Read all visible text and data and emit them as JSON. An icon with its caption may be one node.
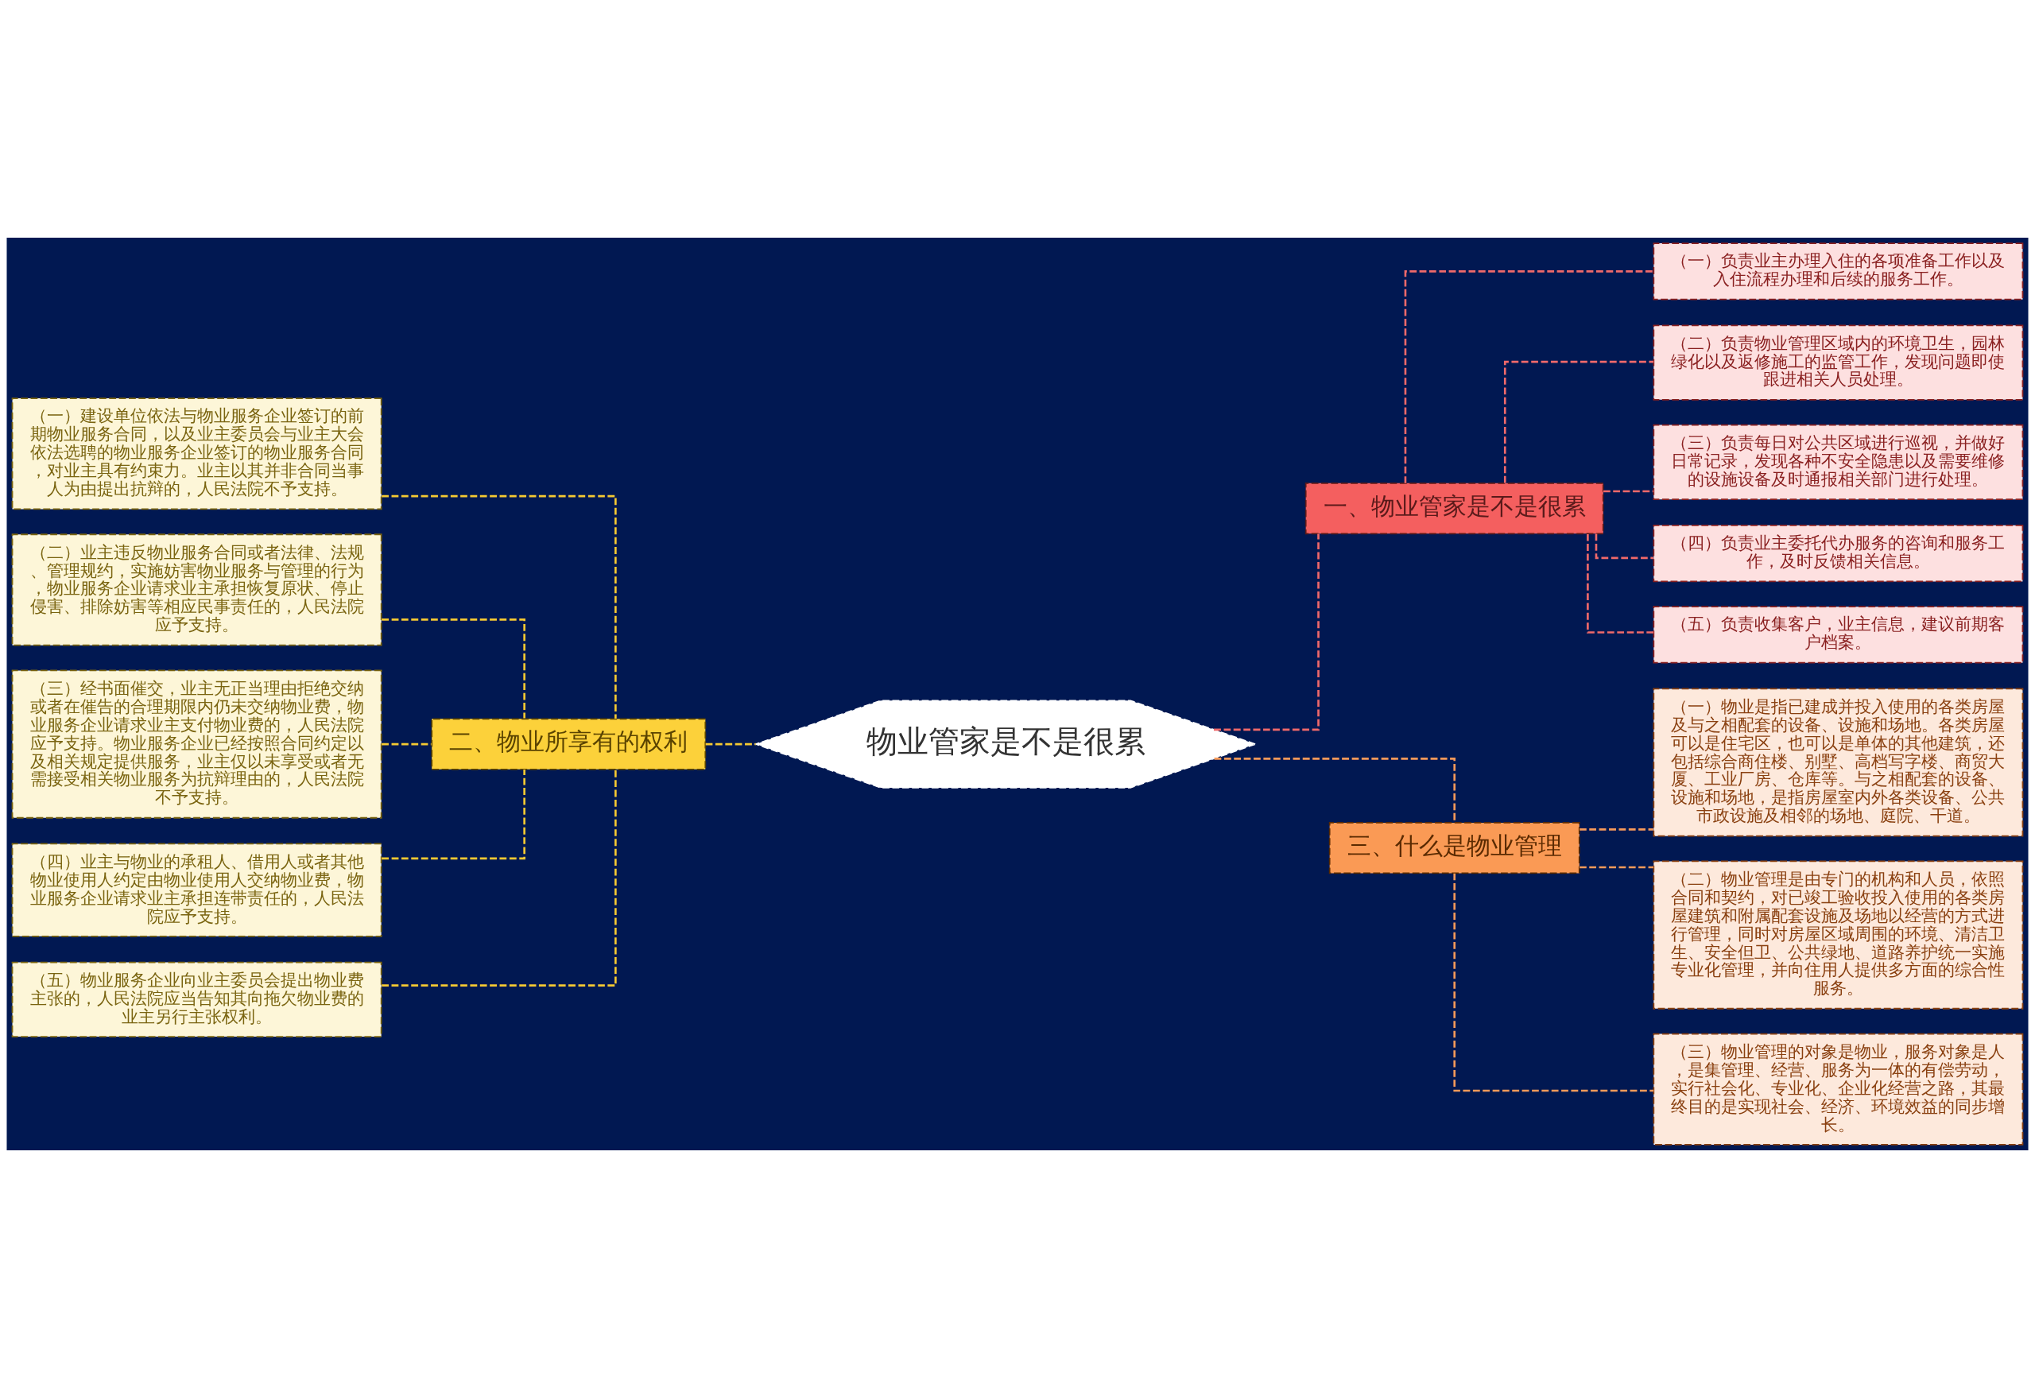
{
  "diagram": {
    "nodes": [
      {
        "text": [
          "物业管家是不是很累"
        ]
      },
      {
        "text": [
          "一、物业管家是不是很累"
        ]
      },
      {
        "text": [
          "（一）负责业主办理入住的各项准备工作以及入住流程办理和后续的服务工作。"
        ]
      },
      {
        "text": [
          "（二）负责物业管理区域内的环境卫生，园林绿化以及返修施工的监管工作，发现问题即使跟进相关人员处理。"
        ]
      },
      {
        "text": [
          "（三）负责每日对公共区域进行巡视，并做好日常记录，发现各种不安全隐患以及需要维修的设施设备及时通报相关部门进行处理。"
        ]
      },
      {
        "text": [
          "（四）负责业主委托代办服务的咨询和服务工作，及时反馈相关信息。"
        ]
      },
      {
        "text": [
          "（五）负责收集客户，业主信息，建议前期客户档案。"
        ]
      },
      {
        "text": [
          "二、物业所享有的权利"
        ]
      },
      {
        "text": [
          "（一）建设单位依法与物业服务企业签订的前期物业服务合同，以及业主委员会与业主大会依法选聘的物业服务企业签订的物业服务合同，对业主具有约束力。业主以其并非合同当事人为由提出抗辩的，人民法院不予支持。"
        ]
      },
      {
        "text": [
          "（二）业主违反物业服务合同或者法律、法规、管理规约，实施妨害物业服务与管理的行为，物业服务企业请求业主承担恢复原状、停止侵害、排除妨害等相应民事责任的，人民法院应予支持。"
        ]
      },
      {
        "text": [
          "（三）经书面催交，业主无正当理由拒绝交纳或者在催告的合理期限内仍未交纳物业费，物业服务企业请求业主支付物业费的，人民法院应予支持。物业服务企业已经按照合同约定以及相关规定提供服务，业主仅以未享受或者无需接受相关物业服务为抗辩理由的，人民法院不予支持。"
        ]
      },
      {
        "text": [
          "（四）业主与物业的承租人、借用人或者其他物业使用人约定由物业使用人交纳物业费，物业服务企业请求业主承担连带责任的，人民法院应予支持。"
        ]
      },
      {
        "text": [
          "（五）物业服务企业向业主委员会提出物业费主张的，人民法院应当告知其向拖欠物业费的业主另行主张权利。"
        ]
      },
      {
        "text": [
          "三、什么是物业管理"
        ]
      },
      {
        "text": [
          "（一）物业是指已建成并投入使用的各类房屋及与之相配套的设备、设施和场地。各类房屋可以是住宅区，也可以是单体的其他建筑，还包括综合商住楼、别墅、高档写字楼、商贸大厦、工业厂房、仓库等。与之相配套的设备、设施和场地，是指房屋室内外各类设备、公共市政设施及相邻的场地、庭院、干道。"
        ]
      },
      {
        "text": [
          "（二）物业管理是由专门的机构和人员，依照合同和契约，对已竣工验收投入使用的各类房屋建筑和附属配套设施及场地以经营的方式进行管理，同时对房屋区域周围的环境、清洁卫生、安全但卫、公共绿地、道路养护统一实施专业化管理，并向住用人提供多方面的综合性服务。"
        ]
      },
      {
        "text": [
          "（三）物业管理的对象是物业，服务对象是人，是集管理、经营、服务为一体的有偿劳动，实行社会化、专业化、企业化经营之路，其最终目的是实现社会、经济、环境效益的同步增长。"
        ]
      }
    ],
    "edges": [
      {
        "from": 0,
        "to": 1,
        "arrow": "none",
        "color": "#f0696a"
      },
      {
        "from": 1,
        "to": 2,
        "arrow": "none",
        "color": "#f0696a"
      },
      {
        "from": 1,
        "to": 3,
        "arrow": "none",
        "color": "#f0696a"
      },
      {
        "from": 1,
        "to": 4,
        "arrow": "none",
        "color": "#f0696a"
      },
      {
        "from": 1,
        "to": 5,
        "arrow": "none",
        "color": "#f0696a"
      },
      {
        "from": 1,
        "to": 6,
        "arrow": "none",
        "color": "#f0696a"
      },
      {
        "from": 0,
        "to": 7,
        "arrow": "none",
        "color": "#f5c932"
      },
      {
        "from": 7,
        "to": 8,
        "arrow": "none",
        "color": "#f5c932"
      },
      {
        "from": 7,
        "to": 9,
        "arrow": "none",
        "color": "#f5c932"
      },
      {
        "from": 7,
        "to": 10,
        "arrow": "none",
        "color": "#f5c932"
      },
      {
        "from": 7,
        "to": 11,
        "arrow": "none",
        "color": "#f5c932"
      },
      {
        "from": 7,
        "to": 12,
        "arrow": "none",
        "color": "#f5c932"
      },
      {
        "from": 0,
        "to": 13,
        "arrow": "none",
        "color": "#f79a5a"
      },
      {
        "from": 13,
        "to": 14,
        "arrow": "none",
        "color": "#f79a5a"
      },
      {
        "from": 13,
        "to": 15,
        "arrow": "none",
        "color": "#f79a5a"
      },
      {
        "from": 13,
        "to": 16,
        "arrow": "none",
        "color": "#f79a5a"
      }
    ]
  }
}
